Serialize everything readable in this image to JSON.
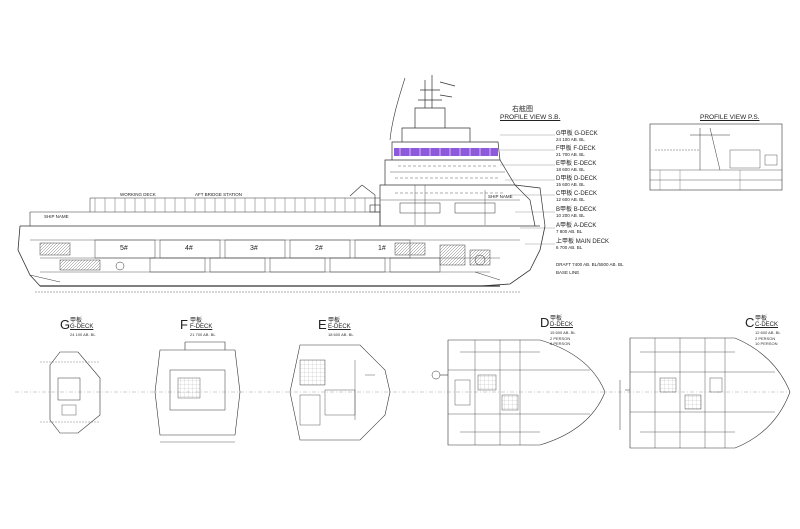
{
  "profile_sb": {
    "title_zh": "右舷图",
    "title": "PROFILE VIEW S.B."
  },
  "profile_ps": {
    "title": "PROFILE VIEW P.S."
  },
  "deck_levels": [
    {
      "zh": "G甲板",
      "name": "G-DECK",
      "height": "24 100 AB. BL"
    },
    {
      "zh": "F甲板",
      "name": "F-DECK",
      "height": "21 700 AB. BL"
    },
    {
      "zh": "E甲板",
      "name": "E-DECK",
      "height": "18 600 AB. BL"
    },
    {
      "zh": "D甲板",
      "name": "D-DECK",
      "height": "15 600 AB. BL"
    },
    {
      "zh": "C甲板",
      "name": "C-DECK",
      "height": "12 600 AB. BL"
    },
    {
      "zh": "B甲板",
      "name": "B-DECK",
      "height": "10 200 AB. BL"
    },
    {
      "zh": "A甲板",
      "name": "A-DECK",
      "height": "7 800 AB. BL"
    },
    {
      "zh": "上甲板",
      "name": "MAIN DECK",
      "height": "6 700 AB. BL"
    }
  ],
  "baseline": {
    "text": "BASE LINE",
    "draft": "DRAFT 7400 AB. BL/5500 AB. BL"
  },
  "hull_labels": {
    "ship_name_aft": "SHIP NAME",
    "ship_name_fwd": "SHIP NAME",
    "working_deck": "WORKING DECK",
    "bridge_station": "AFT BRIDGE STATION"
  },
  "tank_labels": [
    "5#",
    "4#",
    "3#",
    "2#",
    "1#"
  ],
  "plans": [
    {
      "letter": "G",
      "zh": "甲板",
      "name": "G-DECK",
      "height": "24 100 AB. BL"
    },
    {
      "letter": "F",
      "zh": "甲板",
      "name": "F-DECK",
      "height": "21 700 AB. BL"
    },
    {
      "letter": "E",
      "zh": "甲板",
      "name": "E-DECK",
      "height": "18 600 AB. BL"
    },
    {
      "letter": "D",
      "zh": "甲板",
      "name": "D-DECK",
      "height": "15 600 AB. BL",
      "note1": "2 PERSON",
      "note2": "6 PERSON"
    },
    {
      "letter": "C",
      "zh": "甲板",
      "name": "C-DECK",
      "height": "12 600 AB. BL",
      "note1": "2 PERSON",
      "note2": "10 PERSON"
    }
  ],
  "colors": {
    "line": "#333333",
    "accent": "#7b3cd6",
    "background": "#ffffff"
  }
}
